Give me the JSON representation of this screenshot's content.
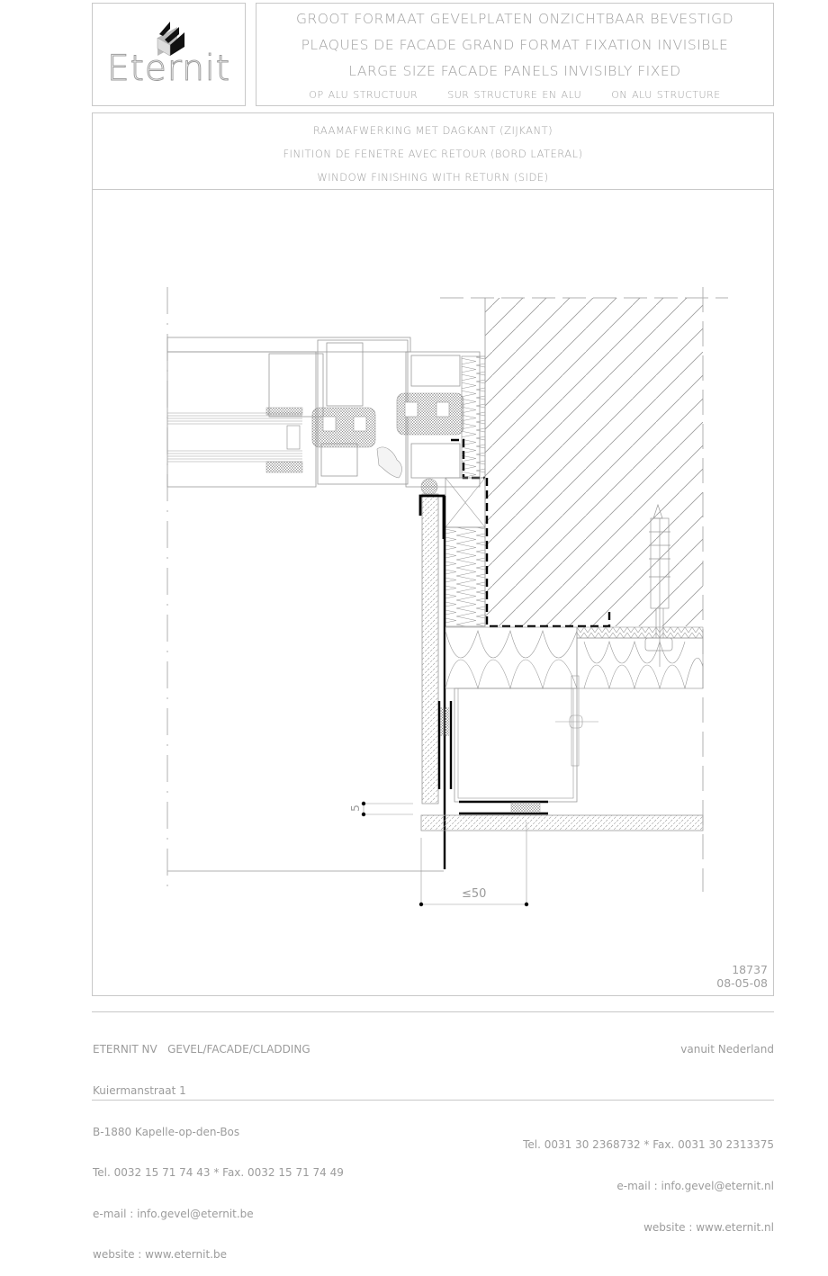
{
  "logo": {
    "brand": "Eternit",
    "icon": "eternit-e-block-icon"
  },
  "header": {
    "title_nl": "GROOT FORMAAT GEVELPLATEN ONZICHTBAAR BEVESTIGD",
    "title_fr": "PLAQUES DE FACADE GRAND FORMAT FIXATION INVISIBLE",
    "title_en": "LARGE SIZE FACADE PANELS INVISIBLY FIXED",
    "structure": {
      "nl": "OP ALU STRUCTUUR",
      "fr": "SUR STRUCTURE EN ALU",
      "en": "ON ALU STRUCTURE"
    }
  },
  "detail": {
    "title_nl": "RAAMAFWERKING MET DAGKANT (ZIJKANT)",
    "title_fr": "FINITION DE FENETRE AVEC RETOUR (BORD LATERAL)",
    "title_en": "WINDOW FINISHING WITH RETURN (SIDE)"
  },
  "drawing": {
    "dimensions": {
      "gap": "5",
      "return_depth": "≤50"
    },
    "number": "18737",
    "date": "08-05-08",
    "colors": {
      "line": "#9a9a9a",
      "heavy": "#000000",
      "frame": "#c8c8c8"
    }
  },
  "footer": {
    "company_line": "ETERNIT NV   GEVEL/FACADE/CLADDING",
    "street": "Kuiermanstraat 1",
    "city": "B-1880 Kapelle-op-den-Bos",
    "phone_be": "Tel. 0032 15 71 74 43 * Fax. 0032 15 71 74 49",
    "email_be": "e-mail : info.gevel@eternit.be",
    "website_be": "website : www.eternit.be",
    "nl_heading": "vanuit Nederland",
    "phone_nl": "Tel. 0031 30 2368732 * Fax. 0031 30 2313375",
    "email_nl": "e-mail : info.gevel@eternit.nl",
    "website_nl": "website : www.eternit.nl"
  }
}
